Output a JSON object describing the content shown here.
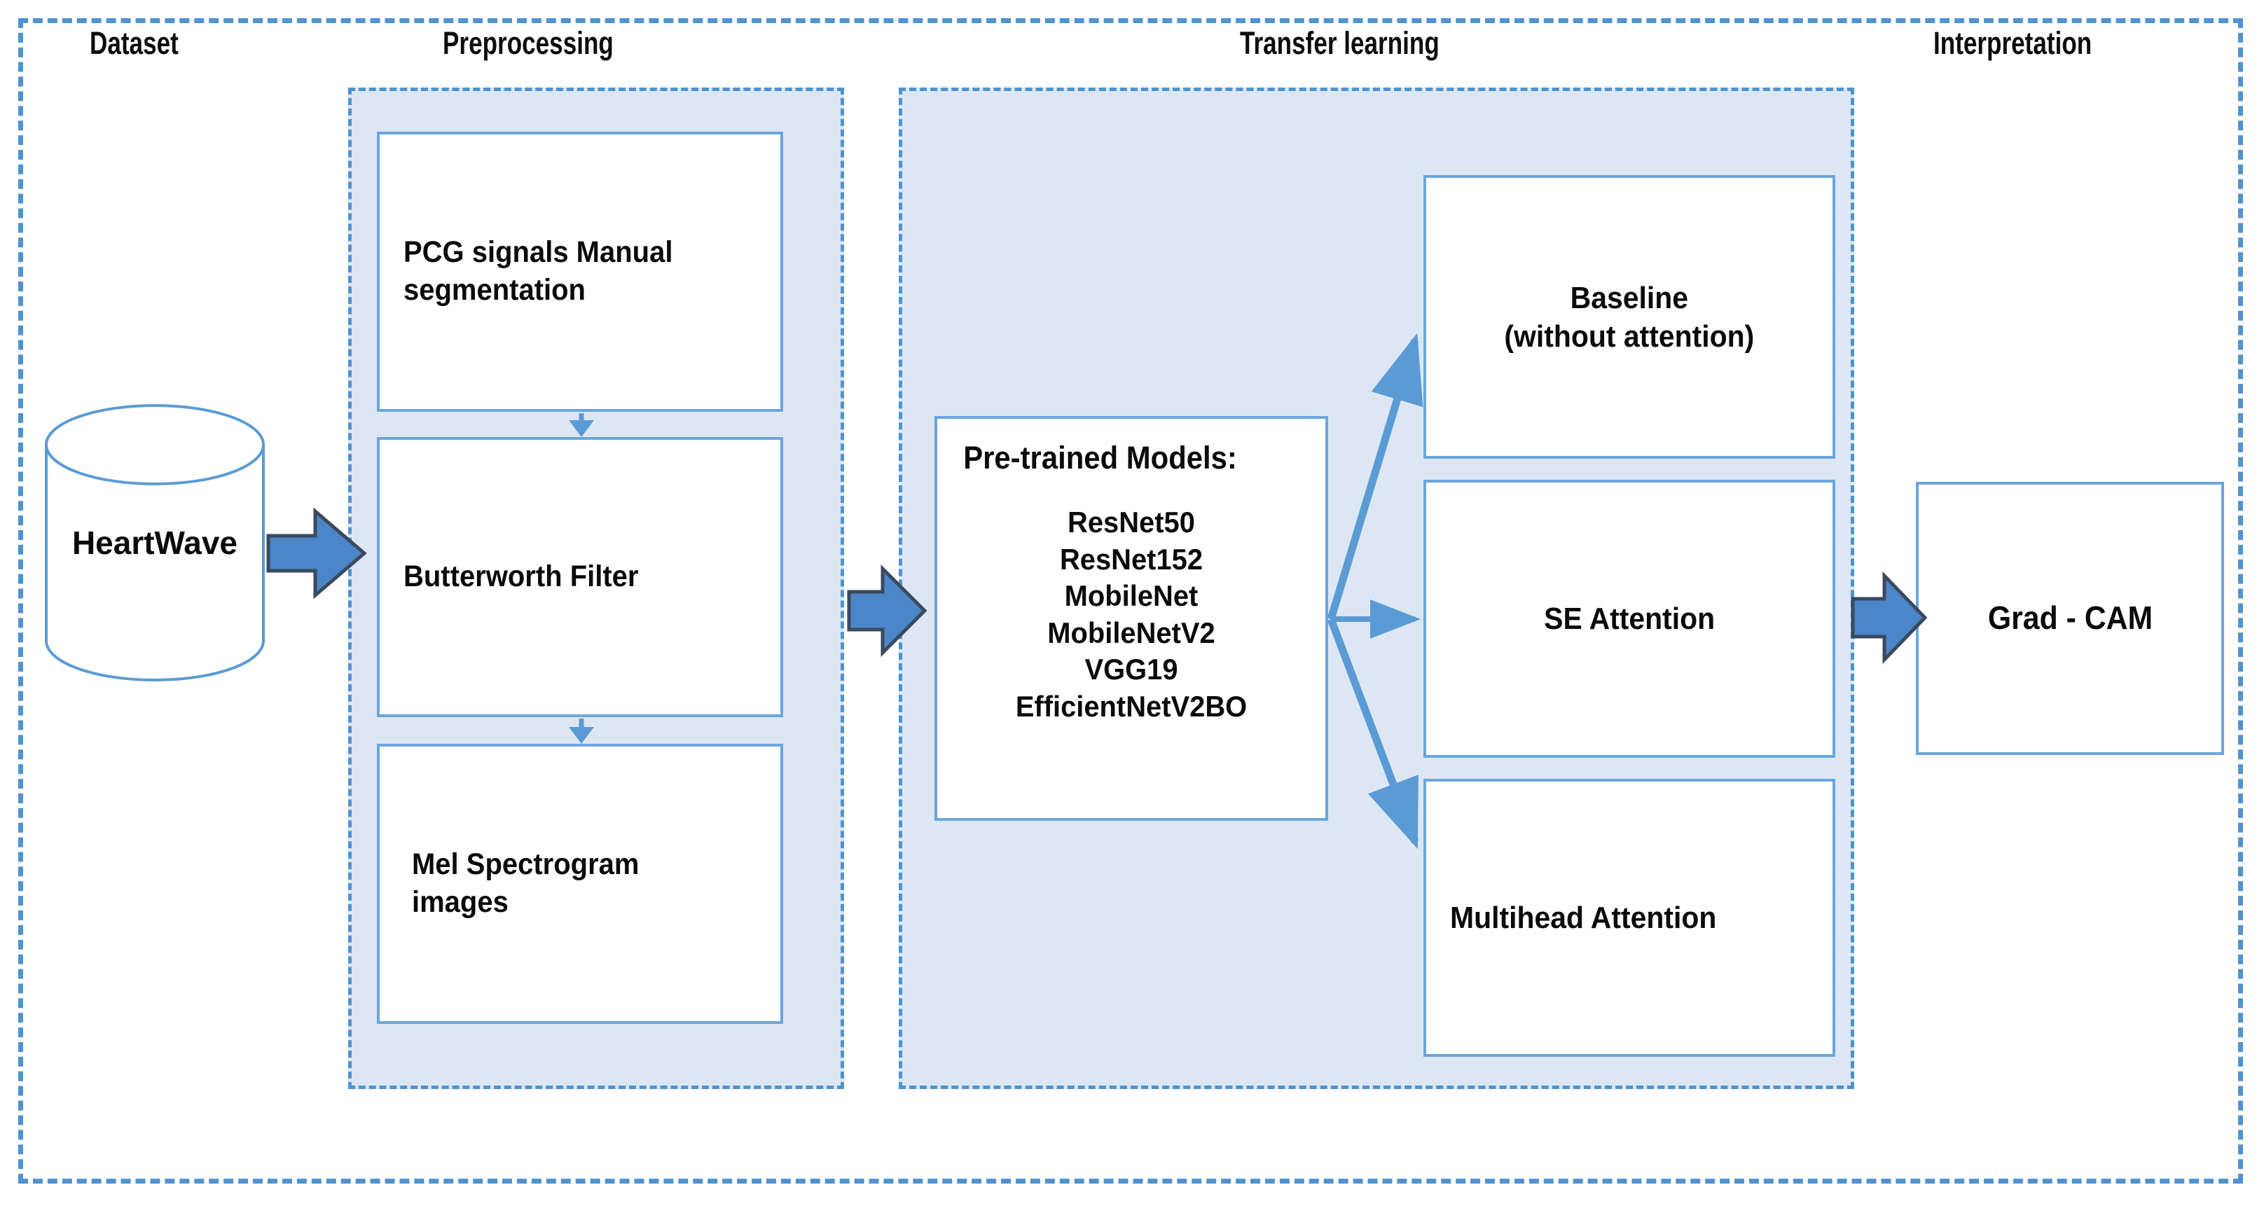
{
  "figure": {
    "type": "flow-diagram",
    "title": "",
    "background": "#ffffff",
    "colors": {
      "panel_fill": "#dde7f3",
      "dashed_border": "#4f93d1",
      "box_border": "#6ba5dd",
      "block_arrow_fill": "#4a86c8",
      "block_arrow_stroke": "#3a4a5e",
      "thin_arrow": "#5b9bd5",
      "text": "#0b0b0b"
    }
  },
  "stages": [
    {
      "id": "dataset",
      "label": "Dataset"
    },
    {
      "id": "preprocessing",
      "label": "Preprocessing"
    },
    {
      "id": "transfer",
      "label": "Transfer learning"
    },
    {
      "id": "interpretation",
      "label": "Interpretation"
    }
  ],
  "dataset": {
    "cylinder_label": "HeartWave"
  },
  "preprocessing": {
    "steps": [
      {
        "id": "pcg",
        "label": "PCG signals Manual segmentation"
      },
      {
        "id": "filt",
        "label": "Butterworth  Filter"
      },
      {
        "id": "mel",
        "label": "Mel Spectrogram images"
      }
    ]
  },
  "transfer_learning": {
    "models_box": {
      "heading": "Pre-trained Models:",
      "models": [
        "ResNet50",
        "ResNet152",
        "MobileNet",
        "MobileNetV2",
        "VGG19",
        "EfficientNetV2BO"
      ]
    },
    "branches": [
      {
        "id": "baseline",
        "line1": "Baseline",
        "line2": "(without attention)"
      },
      {
        "id": "se",
        "line1": "SE Attention",
        "line2": ""
      },
      {
        "id": "multihead",
        "line1": "Multihead Attention",
        "line2": ""
      }
    ]
  },
  "interpretation": {
    "output_box": {
      "label": "Grad - CAM"
    }
  },
  "connectors": [
    {
      "id": "dataset-to-preprocessing",
      "kind": "block-arrow",
      "from": "HeartWave",
      "to": "Preprocessing"
    },
    {
      "id": "pcg-to-filter",
      "kind": "thin-arrow",
      "from": "PCG signals Manual segmentation",
      "to": "Butterworth  Filter"
    },
    {
      "id": "filter-to-mel",
      "kind": "thin-arrow",
      "from": "Butterworth  Filter",
      "to": "Mel Spectrogram images"
    },
    {
      "id": "preprocessing-to-models",
      "kind": "block-arrow",
      "from": "Preprocessing",
      "to": "Pre-trained Models:"
    },
    {
      "id": "models-to-baseline",
      "kind": "thin-arrow",
      "from": "Pre-trained Models:",
      "to": "Baseline"
    },
    {
      "id": "models-to-se",
      "kind": "thin-arrow",
      "from": "Pre-trained Models:",
      "to": "SE Attention"
    },
    {
      "id": "models-to-multihead",
      "kind": "thin-arrow",
      "from": "Pre-trained Models:",
      "to": "Multihead Attention"
    },
    {
      "id": "se-to-gradcam",
      "kind": "block-arrow",
      "from": "SE Attention",
      "to": "Grad - CAM"
    }
  ]
}
